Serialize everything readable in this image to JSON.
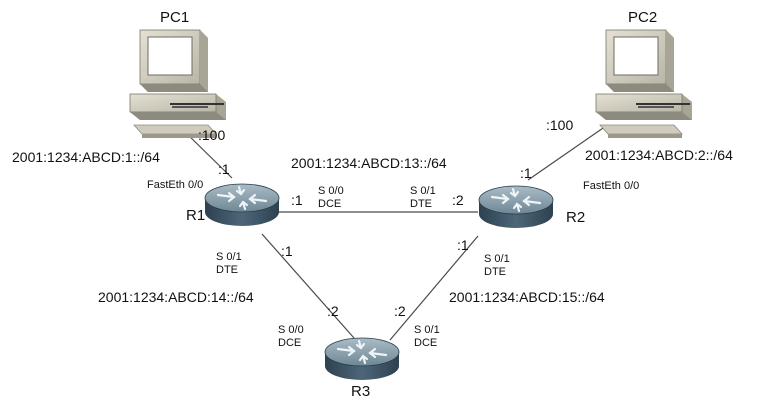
{
  "devices": {
    "pc1": {
      "name": "PC1"
    },
    "pc2": {
      "name": "PC2"
    },
    "r1": {
      "name": "R1"
    },
    "r2": {
      "name": "R2"
    },
    "r3": {
      "name": "R3"
    }
  },
  "networks": {
    "lan1": "2001:1234:ABCD:1::/64",
    "lan2": "2001:1234:ABCD:2::/64",
    "r1_r2": "2001:1234:ABCD:13::/64",
    "r1_r3": "2001:1234:ABCD:14::/64",
    "r2_r3": "2001:1234:ABCD:15::/64"
  },
  "host_ids": {
    "pc1": ":100",
    "pc2": ":100",
    "r1_fa": ":1",
    "r2_fa": ":1",
    "r1_s00": ":1",
    "r2_s01": ":2",
    "r1_s01": ":1",
    "r3_s00": ":2",
    "r2_s00": ":1",
    "r3_s01": ":2"
  },
  "interfaces": {
    "r1_fa": "FastEth 0/0",
    "r2_fa": "FastEth 0/0",
    "r1_s00": [
      "S 0/0",
      "DCE"
    ],
    "r2_s01": [
      "S 0/1",
      "DTE"
    ],
    "r1_s01": [
      "S 0/1",
      "DTE"
    ],
    "r2_s00": [
      "S 0/1",
      "DTE"
    ],
    "r3_s00": [
      "S 0/0",
      "DCE"
    ],
    "r3_s01": [
      "S 0/1",
      "DCE"
    ]
  },
  "colors": {
    "router_body": "#3d5566",
    "router_top": "#8aa0ad",
    "pc_beige": "#d9d6c8",
    "link": "#4a4a4a"
  }
}
